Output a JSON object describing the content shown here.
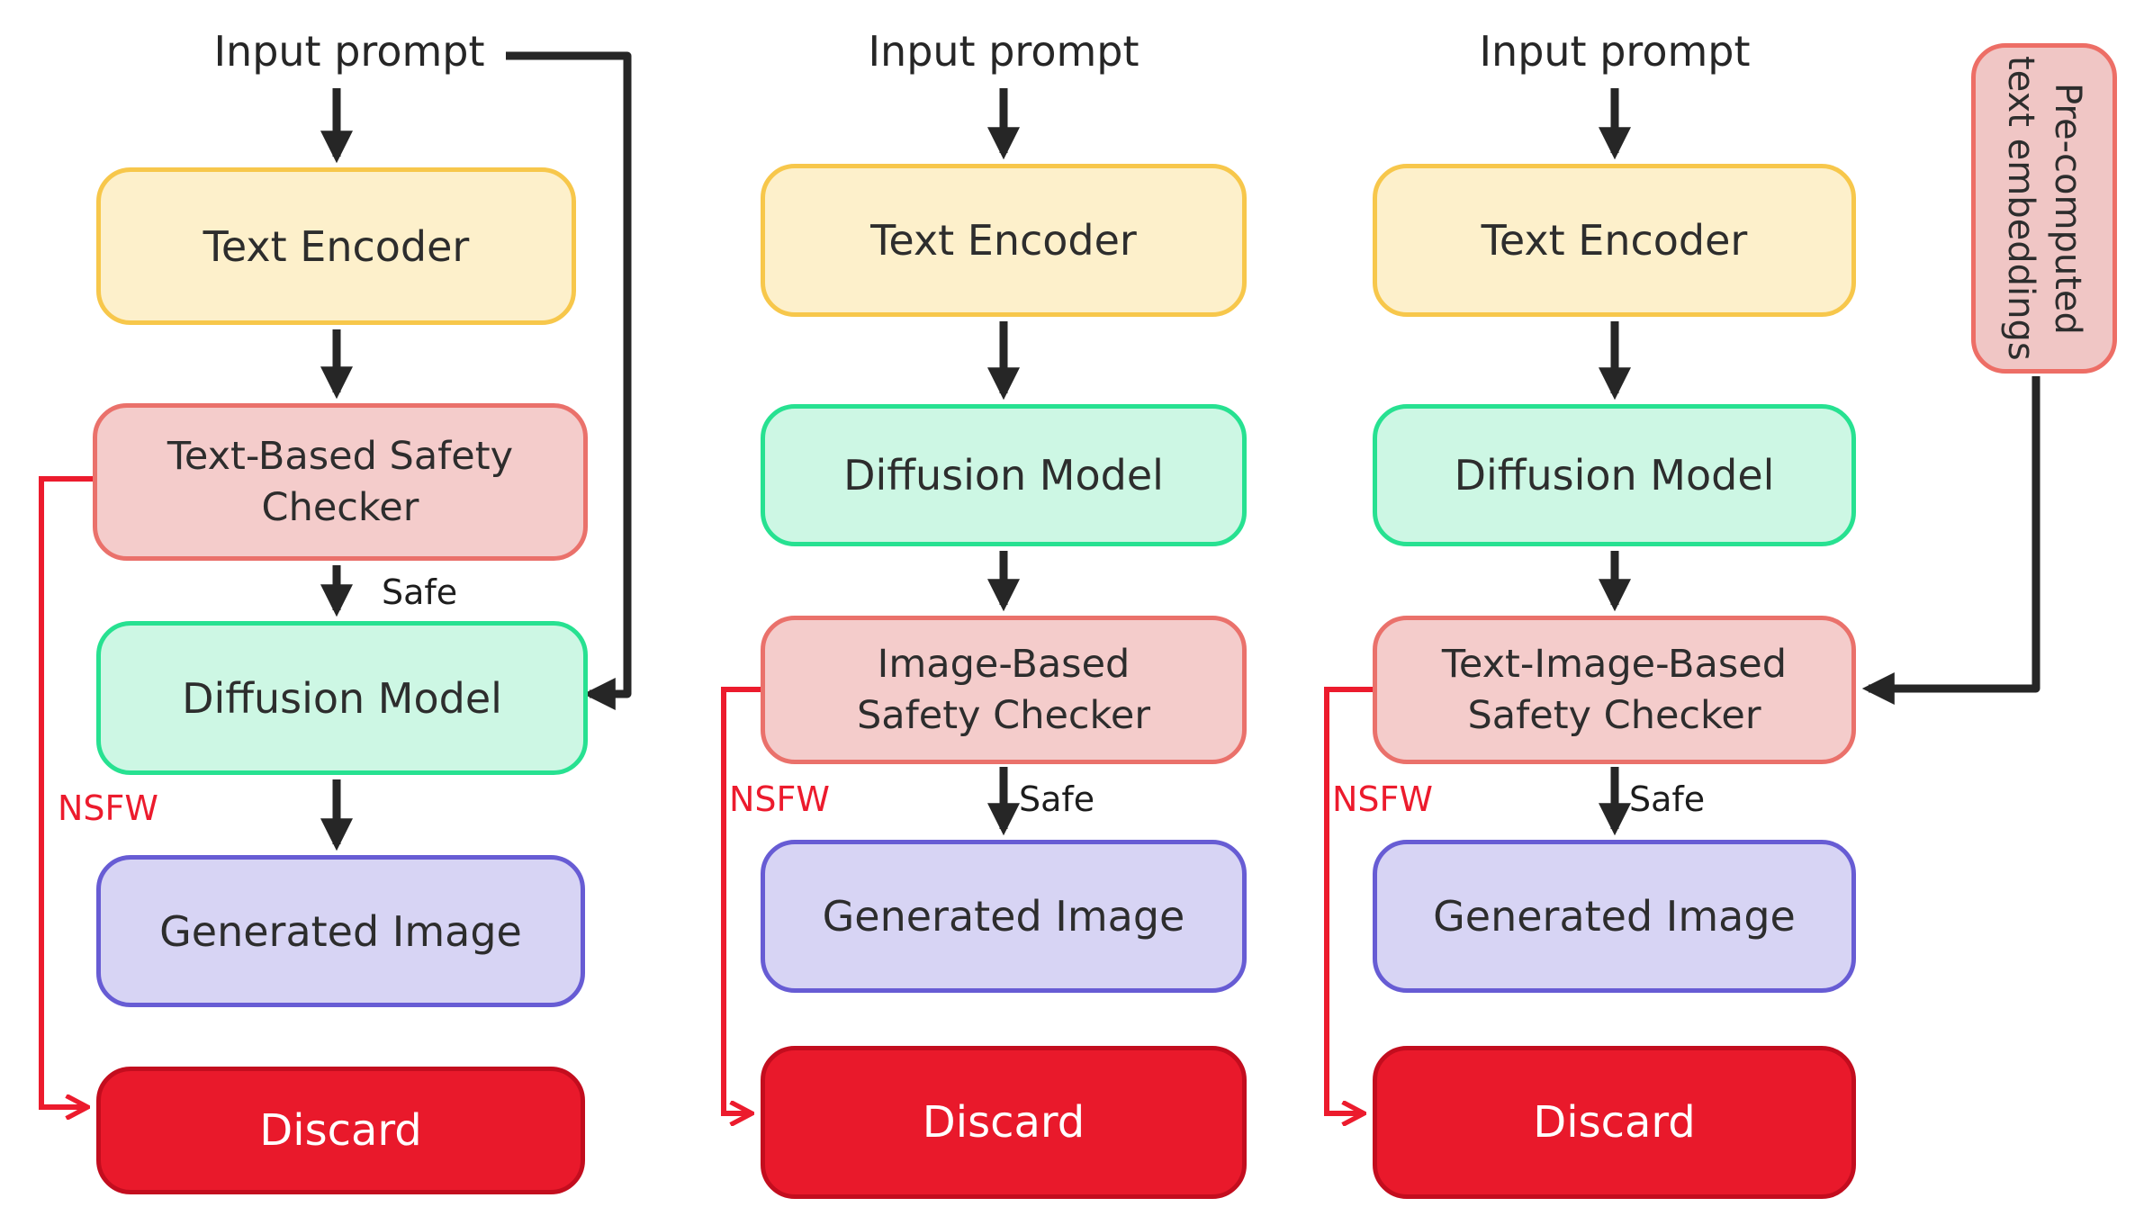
{
  "columns": [
    {
      "id": "text-based-pipeline",
      "input_label": "Input prompt",
      "boxes": {
        "text_encoder": "Text Encoder",
        "safety_checker": "Text-Based Safety Checker",
        "diffusion_model": "Diffusion Model",
        "generated_image": "Generated Image",
        "discard": "Discard"
      },
      "edge_labels": {
        "safe": "Safe",
        "nsfw": "NSFW"
      }
    },
    {
      "id": "image-based-pipeline",
      "input_label": "Input prompt",
      "boxes": {
        "text_encoder": "Text Encoder",
        "diffusion_model": "Diffusion Model",
        "safety_checker": "Image-Based Safety Checker",
        "generated_image": "Generated Image",
        "discard": "Discard"
      },
      "edge_labels": {
        "safe": "Safe",
        "nsfw": "NSFW"
      }
    },
    {
      "id": "text-image-based-pipeline",
      "input_label": "Input prompt",
      "boxes": {
        "text_encoder": "Text Encoder",
        "diffusion_model": "Diffusion Model",
        "safety_checker": "Text-Image-Based Safety Checker",
        "generated_image": "Generated Image",
        "discard": "Discard"
      },
      "edge_labels": {
        "safe": "Safe",
        "nsfw": "NSFW"
      }
    }
  ],
  "side_box": {
    "label": "Pre-computed text embeddings"
  },
  "colors": {
    "text_encoder_fill": "#FDF0CB",
    "text_encoder_border": "#F7C74B",
    "diffusion_model_fill": "#CDF7E4",
    "diffusion_model_border": "#27E191",
    "safety_checker_fill": "#F4CCCB",
    "safety_checker_border": "#EA716B",
    "generated_image_fill": "#D7D4F4",
    "generated_image_border": "#675CD4",
    "discard_fill": "#E9192B",
    "discard_border": "#C30D1E",
    "side_box_fill": "#F0C6C5",
    "side_box_border": "#ED6E66",
    "nsfw_red": "#EC1B2D",
    "wire_black": "#262626",
    "text": "#2D2D2D"
  }
}
